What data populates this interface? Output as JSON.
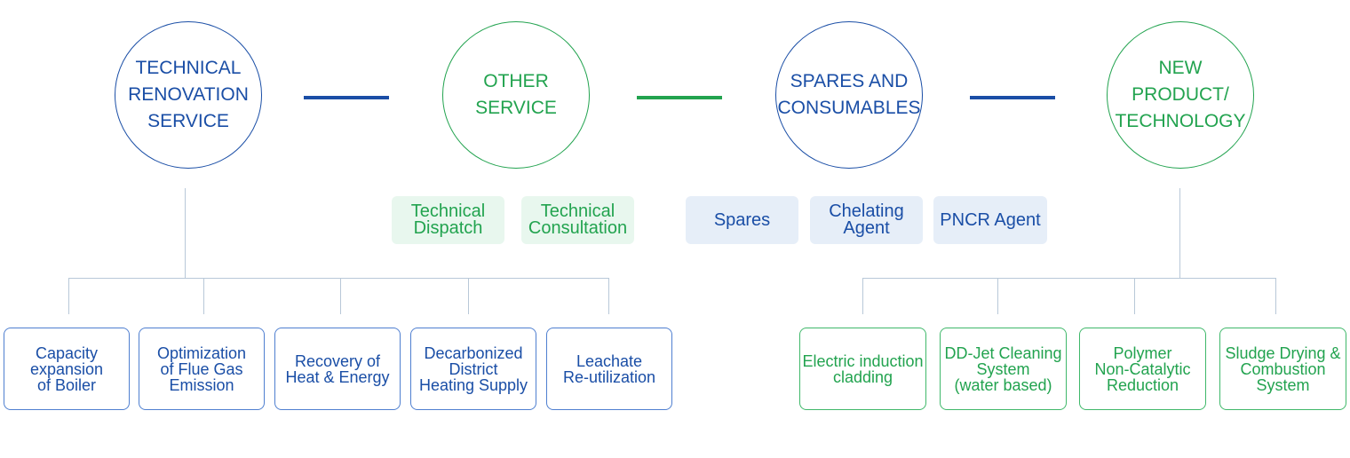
{
  "categories": [
    {
      "label": "TECHNICAL\nRENOVATION\nSERVICE",
      "color": "#1a4ea6"
    },
    {
      "label": "OTHER\nSERVICE",
      "color": "#22a34f"
    },
    {
      "label": "SPARES AND\nCONSUMABLES",
      "color": "#1a4ea6"
    },
    {
      "label": "NEW PRODUCT/\nTECHNOLOGY",
      "color": "#22a34f"
    }
  ],
  "other_service_items": [
    "Technical\nDispatch",
    "Technical\nConsultation"
  ],
  "spares_items": [
    "Spares",
    "Chelating\nAgent",
    "PNCR Agent"
  ],
  "renovation_items": [
    "Capacity\nexpansion\nof Boiler",
    "Optimization\nof Flue Gas\nEmission",
    "Recovery of\nHeat & Energy",
    "Decarbonized\nDistrict\nHeating Supply",
    "Leachate\nRe-utilization"
  ],
  "new_tech_items": [
    "Electric induction\ncladding",
    "DD-Jet Cleaning\nSystem\n(water based)",
    "Polymer\nNon-Catalytic\nReduction",
    "Sludge Drying &\nCombustion\nSystem"
  ]
}
